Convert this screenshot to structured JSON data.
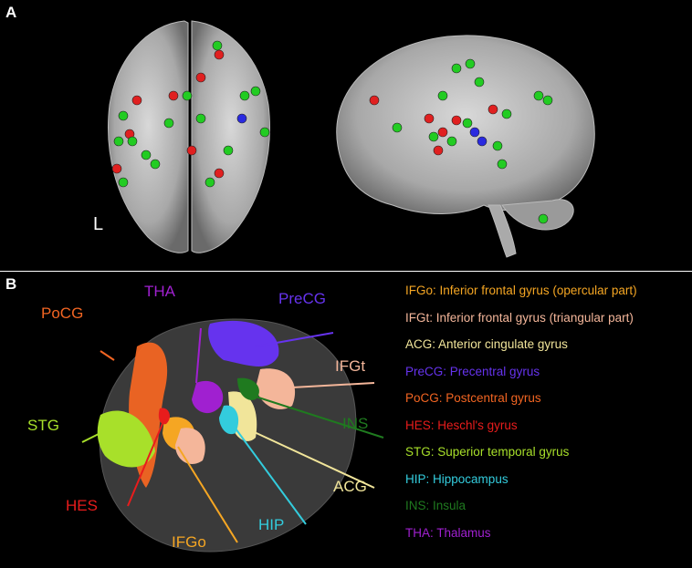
{
  "panels": {
    "a_label": "A",
    "b_label": "B",
    "orientation": "L"
  },
  "colors": {
    "background": "#000000",
    "marker_red": "#e02020",
    "marker_green": "#22cc22",
    "marker_blue": "#2a2ae0"
  },
  "regions": [
    {
      "key": "IFGo",
      "name": "Inferior frontal gyrus (opercular part)",
      "color": "#f5a623"
    },
    {
      "key": "IFGt",
      "name": "Inferior frontal gyrus (triangular part)",
      "color": "#f4b69a"
    },
    {
      "key": "ACG",
      "name": "Anterior cingulate gyrus",
      "color": "#f1e59a"
    },
    {
      "key": "PreCG",
      "name": "Precentral gyrus",
      "color": "#6633ee"
    },
    {
      "key": "PoCG",
      "name": "Postcentral gyrus",
      "color": "#f26522"
    },
    {
      "key": "HES",
      "name": "Heschl's gyrus",
      "color": "#e81c1c"
    },
    {
      "key": "STG",
      "name": "Superior temporal gyrus",
      "color": "#a8e02a"
    },
    {
      "key": "HIP",
      "name": "Hippocampus",
      "color": "#33ccdd"
    },
    {
      "key": "INS",
      "name": "Insula",
      "color": "#1f7a1f"
    },
    {
      "key": "THA",
      "name": "Thalamus",
      "color": "#a020d0"
    }
  ],
  "legend_separator": ": "
}
